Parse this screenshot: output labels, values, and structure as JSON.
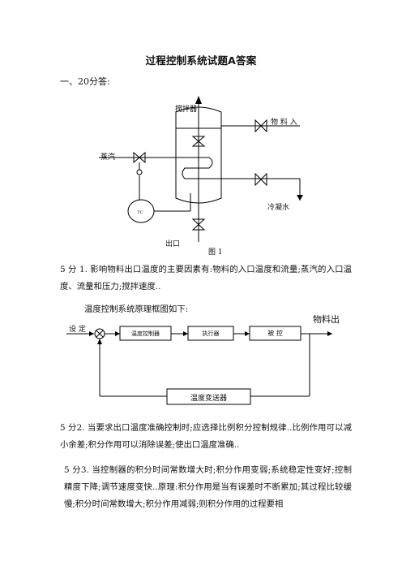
{
  "title": "过程控制系统试题A答案",
  "section1": "一、20分答:",
  "diagram1": {
    "stirrer_label": "搅拌器",
    "feed_label": "物 料 入",
    "steam_label": "蒸汽",
    "cooling_label": "冷凝水",
    "outlet_label": "出口",
    "figure_label": "图 1"
  },
  "para1": "5 分 1. 影响物料出口温度的主要因素有:物料的入口温度和流量;蒸汽的入口温度、流量和压力;搅拌速度..",
  "para2": "温度控制系统原理框图如下:",
  "diagram2": {
    "setpoint_label": "设 定",
    "block1": "温度控制器",
    "block2": "执行器",
    "block3": "被 控",
    "feedback_block": "温度变送器",
    "output_label": "物料出"
  },
  "para3": "5 分2. 当要求出口温度准确控制时;应选择比例积分控制规律..比例作用可以减小余差;积分作用可以消除误差;使出口温度准确..",
  "para4": "5 分3. 当控制器的积分时间常数增大时;积分作用变弱;系统稳定性变好;控制精度下降;调节速度变快..原理:积分作用是当有误差时不断累加;其过程比较缓慢;积分时间常数增大;积分作用减弱;则积分作用的过程要相"
}
